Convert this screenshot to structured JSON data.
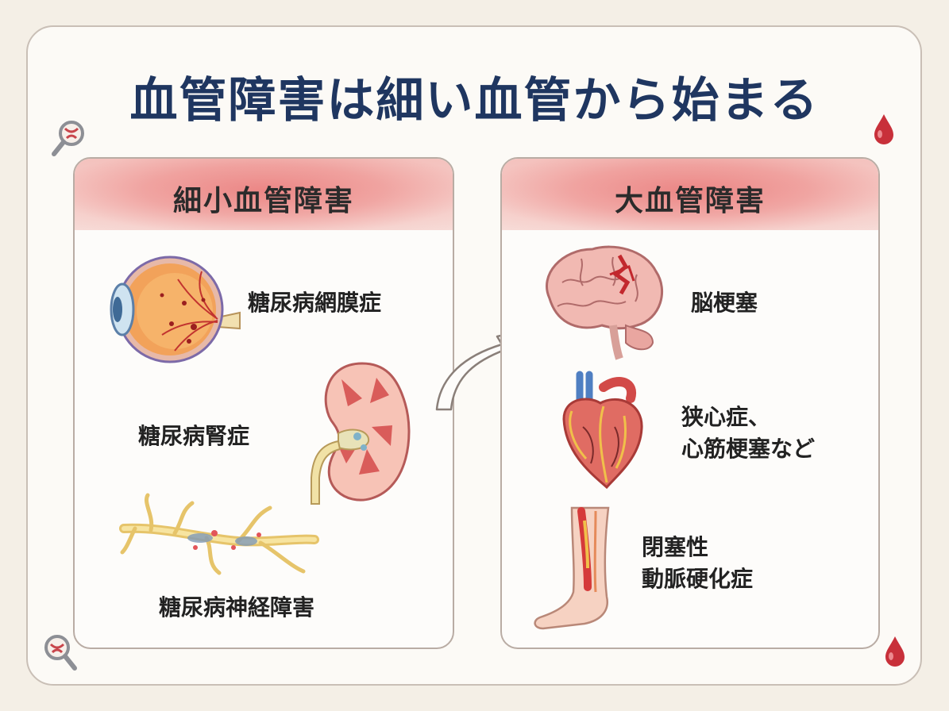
{
  "title": "血管障害は細い血管から始まる",
  "left_panel": {
    "heading": "細小血管障害",
    "items": [
      {
        "label": "糖尿病網膜症",
        "icon": "eye-icon"
      },
      {
        "label": "糖尿病腎症",
        "icon": "kidney-icon"
      },
      {
        "label": "糖尿病神経障害",
        "icon": "nerve-icon"
      }
    ]
  },
  "right_panel": {
    "heading": "大血管障害",
    "items": [
      {
        "lines": [
          "脳梗塞"
        ],
        "icon": "brain-icon"
      },
      {
        "lines": [
          "狭心症、",
          "心筋梗塞など"
        ],
        "icon": "heart-icon"
      },
      {
        "lines": [
          "閉塞性",
          "動脈硬化症"
        ],
        "icon": "leg-artery-icon"
      }
    ]
  },
  "connector": "arrow-right-icon",
  "colors": {
    "title": "#1f3660",
    "panel_header": "#e98a86",
    "background": "#f4efe6",
    "blood_drop": "#c8303a"
  }
}
